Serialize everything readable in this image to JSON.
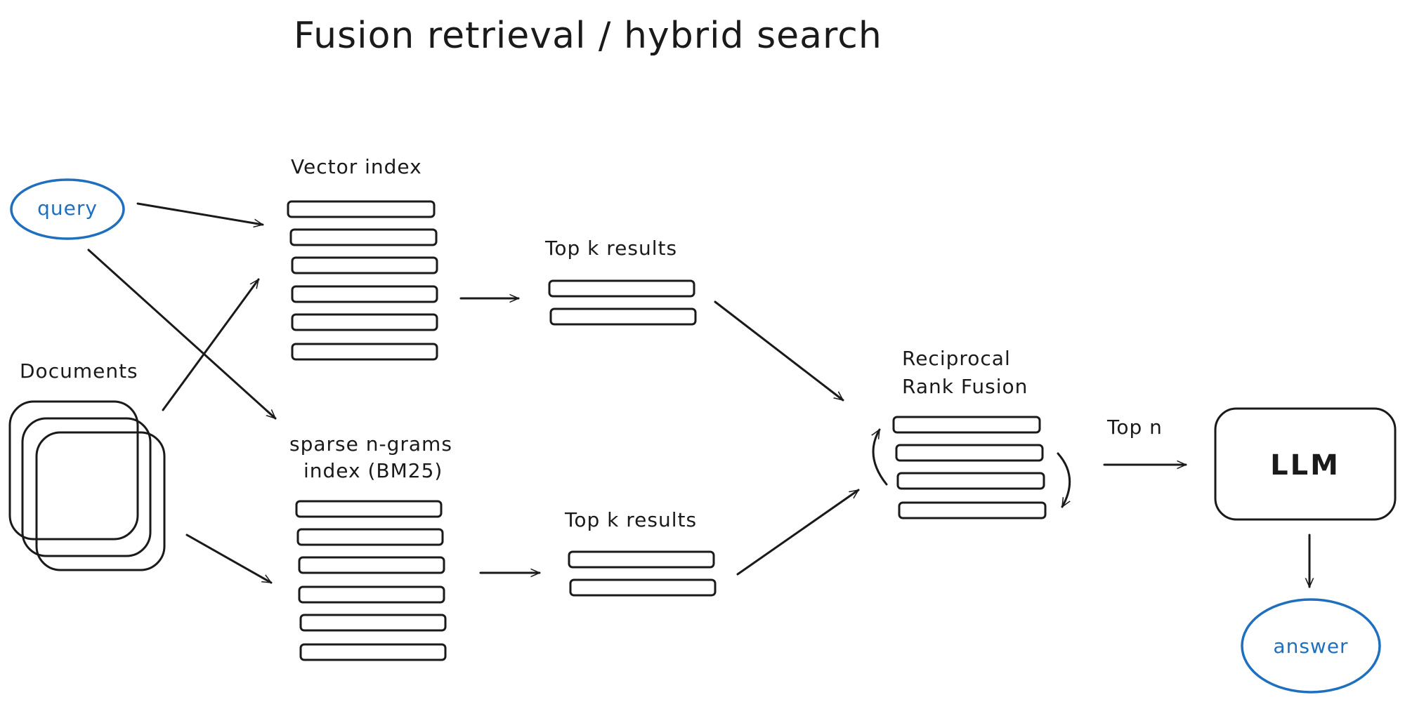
{
  "title": "Fusion retrieval / hybrid search",
  "nodes": {
    "query": "query",
    "documents": "Documents",
    "vector_index": "Vector index",
    "sparse_index_line1": "sparse n-grams",
    "sparse_index_line2": "index (BM25)",
    "top_k_upper": "Top k results",
    "top_k_lower": "Top k results",
    "rrf_line1": "Reciprocal",
    "rrf_line2": "Rank Fusion",
    "top_n": "Top n",
    "llm": "LLM",
    "answer": "answer"
  },
  "colors": {
    "accent_blue": "#1f6fbf",
    "ink": "#1a1a1a"
  }
}
